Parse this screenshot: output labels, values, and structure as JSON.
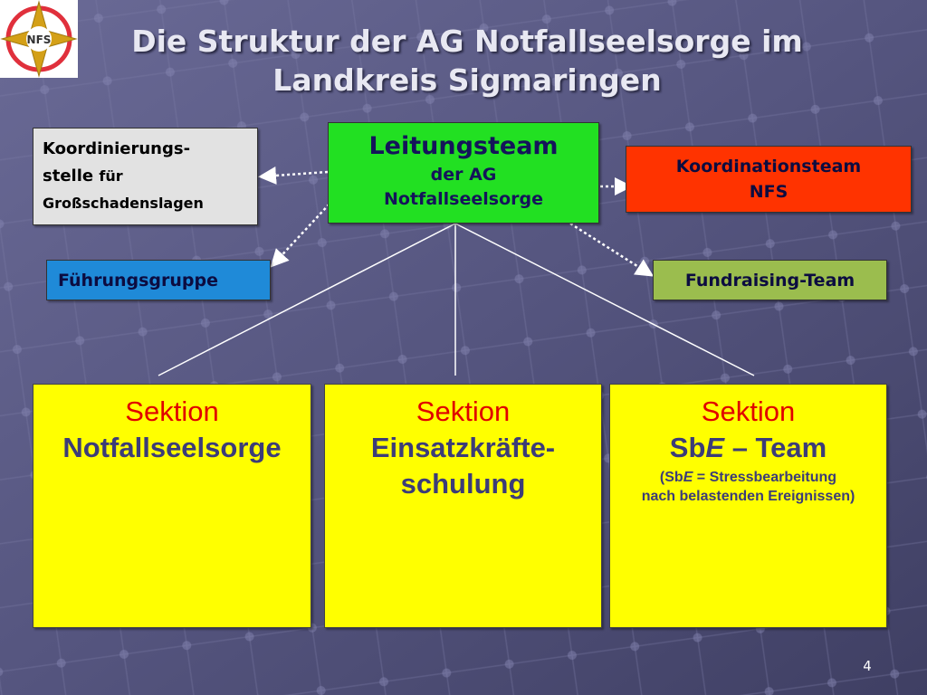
{
  "logo": {
    "text": "NFS"
  },
  "title": {
    "line1": "Die Struktur der AG Notfallseelsorge im",
    "line2": "Landkreis Sigmaringen"
  },
  "koordinierungsstelle": {
    "line1": "Koordinierungs-",
    "line2_main": "stelle",
    "line2_small": "für",
    "line3": "Großschadenslagen"
  },
  "leitungsteam": {
    "title": "Leitungsteam",
    "sub1": "der AG",
    "sub2": "Notfallseelsorge"
  },
  "koordinationsteam": {
    "line1": "Koordinationsteam",
    "line2": "NFS"
  },
  "fuehrungsgruppe": {
    "label": "Führungsgruppe"
  },
  "fundraising": {
    "label": "Fundraising-Team"
  },
  "sektionen": [
    {
      "label": "Sektion",
      "name": "Notfallseelsorge"
    },
    {
      "label": "Sektion",
      "name1": "Einsatzkräfte-",
      "name2": "schulung"
    },
    {
      "label": "Sektion",
      "name_prefix": "Sb",
      "name_italic": "E",
      "name_suffix": " – Team",
      "note1_prefix": "(Sb",
      "note1_italic": "E",
      "note1_suffix": " = Stressbearbeitung",
      "note2": "nach belastenden Ereignissen)"
    }
  ],
  "page_number": "4",
  "colors": {
    "background": "#5c5c86",
    "leitung": "#22e022",
    "koordinationsteam": "#ff3300",
    "fuehrung": "#1f8ad8",
    "fundraising": "#9bbd4e",
    "sektion": "#ffff00",
    "sektion_label": "#e00000",
    "logo_cross": "#d4a017",
    "logo_ring": "#e0303c"
  }
}
